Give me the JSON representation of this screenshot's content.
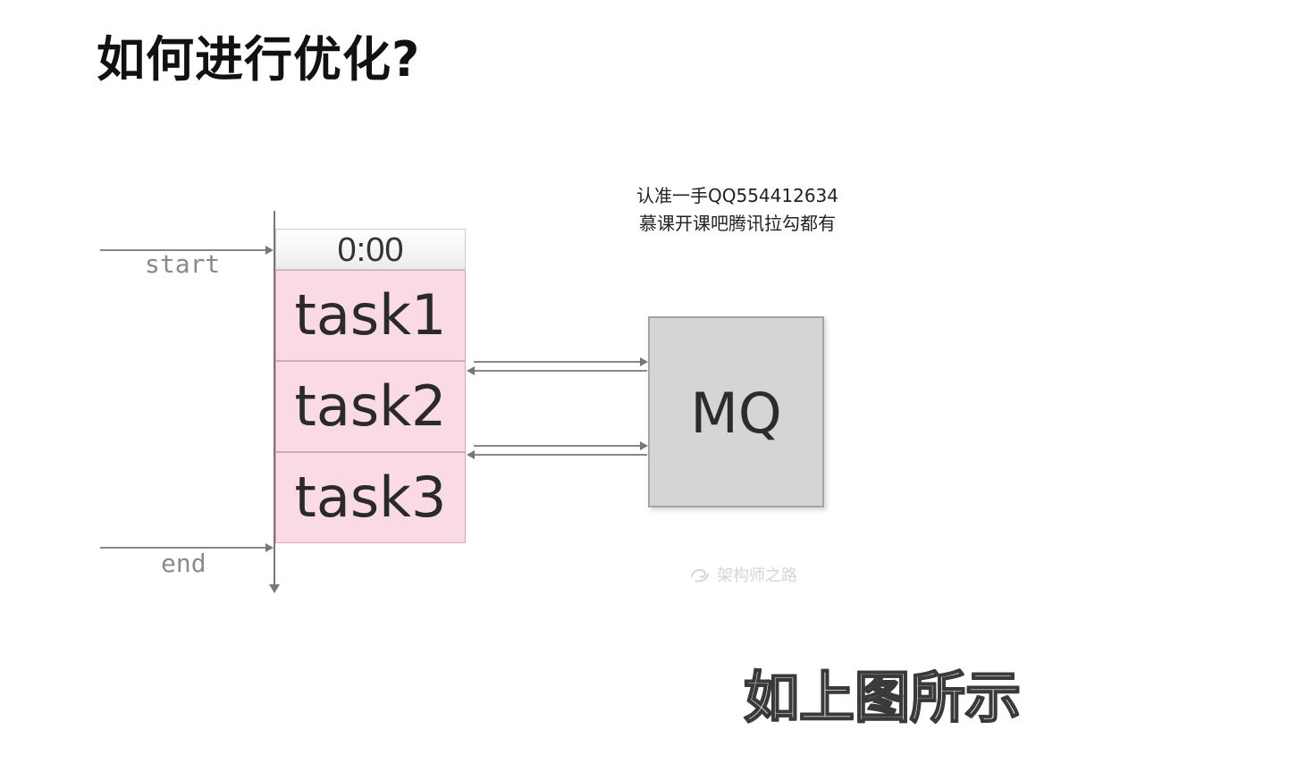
{
  "slide": {
    "title": "如何进行优化?",
    "subtitle": "如上图所示"
  },
  "watermark": {
    "line1": "认准一手QQ554412634",
    "line2": "慕课开课吧腾讯拉勾都有"
  },
  "diagram": {
    "axis": {
      "start_label": "start",
      "end_label": "end"
    },
    "time_cell": "0:00",
    "tasks": [
      "task1",
      "task2",
      "task3"
    ],
    "queue_label": "MQ"
  },
  "logo_watermark": {
    "text": "架构师之路",
    "icon": "logo-swirl-icon"
  },
  "colors": {
    "task_fill": "#fadbe3",
    "mq_fill": "#d3d6d2"
  }
}
